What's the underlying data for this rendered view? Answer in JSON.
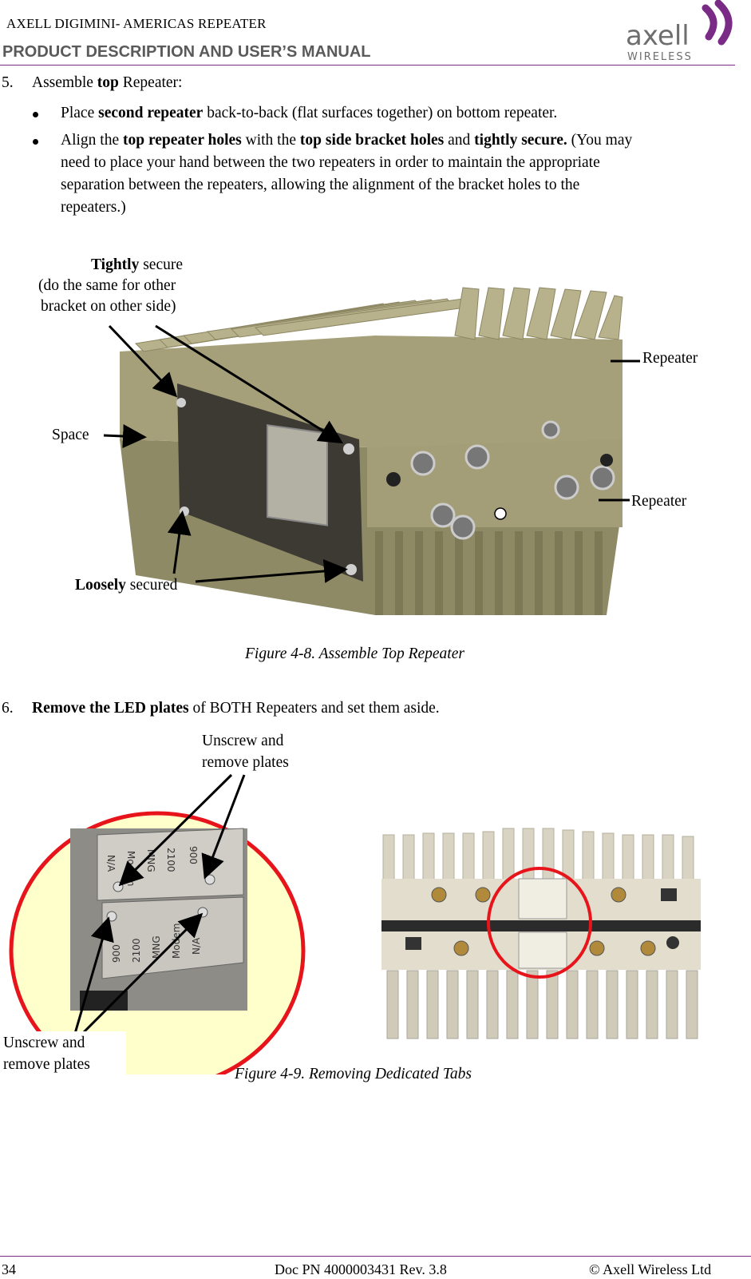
{
  "header": {
    "company": "AXELL DIGIMINI- AMERICAS REPEATER",
    "manual_title": "PRODUCT DESCRIPTION AND USER’S MANUAL",
    "logo_text": "axell",
    "logo_sub": "WIRELESS"
  },
  "step5": {
    "number": "5.",
    "pre": "Assemble ",
    "bold": "top",
    "post": " Repeater:",
    "bullet1": {
      "a": "Place ",
      "b": "second repeater",
      "c": " back-to-back (flat surfaces together) on bottom repeater."
    },
    "bullet2": {
      "a": "Align the ",
      "b": "top repeater holes",
      "c": " with the ",
      "d": "top side bracket holes",
      "e": " and ",
      "f": "tightly secure.",
      "g": "  (You may",
      "line2": "need to place your hand between the two repeaters in order to maintain the appropriate",
      "line3": "separation between the repeaters, allowing the alignment of the bracket holes to the",
      "line4": "repeaters.)"
    }
  },
  "figure8": {
    "label_tightly_bold": "Tightly",
    "label_tightly_rest": " secure",
    "label_tightly_line2": "(do the same for other",
    "label_tightly_line3": "bracket on other side)",
    "label_space": "Space",
    "label_repeater_top": "Repeater",
    "label_repeater_bottom": "Repeater",
    "label_loosely_bold": "Loosely",
    "label_loosely_rest": " secured",
    "caption": "Figure 4-8. Assemble Top Repeater"
  },
  "step6": {
    "number": "6.",
    "bold": "Remove the LED plates",
    "post": " of BOTH Repeaters and set them aside."
  },
  "figure9": {
    "label_top_line1": "Unscrew and",
    "label_top_line2": "remove plates",
    "label_bottom_line1": "Unscrew and",
    "label_bottom_line2": "remove plates",
    "plate_top": [
      "N/A",
      "Modem",
      "MNG",
      "2100",
      "900"
    ],
    "plate_bottom": [
      "900",
      "2100",
      "MNG",
      "Modem",
      "N/A"
    ],
    "caption": "Figure 4-9. Removing Dedicated Tabs"
  },
  "footer": {
    "page": "34",
    "doc": "Doc PN 4000003431 Rev. 3.8",
    "copyright": "© Axell Wireless Ltd"
  },
  "colors": {
    "accent": "#7a2b86",
    "highlight_circle": "#e8141b",
    "callout_fill": "#ffffcc",
    "device": "#9a9470"
  }
}
